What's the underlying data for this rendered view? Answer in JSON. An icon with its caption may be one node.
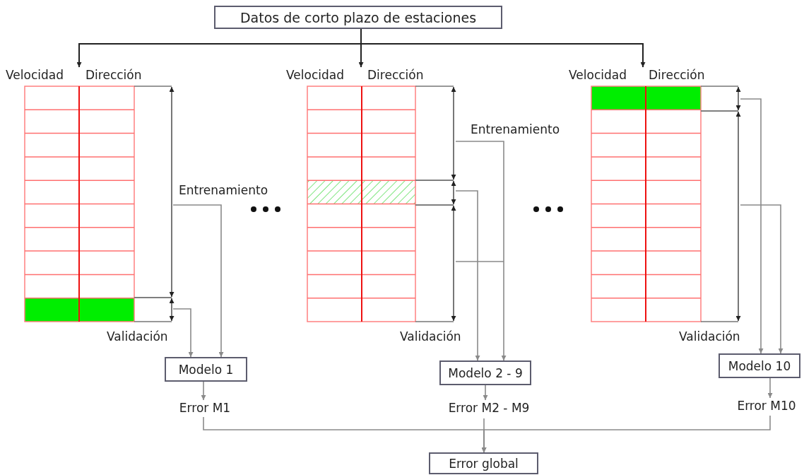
{
  "diagram": {
    "nodes": [
      {
        "text": [
          "Datos de corto plazo de estaciones"
        ]
      },
      {
        "text": [
          "Velocidad",
          "Dirección"
        ]
      },
      {
        "text": [
          "Velocidad",
          "Dirección"
        ]
      },
      {
        "text": [
          "Velocidad",
          "Dirección"
        ]
      },
      {
        "text": [
          "Modelo 1"
        ]
      },
      {
        "text": [
          "Modelo 2 - 9"
        ]
      },
      {
        "text": [
          "Modelo 10"
        ]
      },
      {
        "text": [
          "Error M1"
        ]
      },
      {
        "text": [
          "Error M2 - M9"
        ]
      },
      {
        "text": [
          "Error M10"
        ]
      },
      {
        "text": [
          "Error global"
        ]
      }
    ],
    "edges": [
      {
        "from": 0,
        "to": 1,
        "arrow": "to",
        "color": "#222222"
      },
      {
        "from": 0,
        "to": 2,
        "arrow": "to",
        "color": "#222222"
      },
      {
        "from": 0,
        "to": 3,
        "arrow": "to",
        "color": "#222222"
      },
      {
        "from": 1,
        "to": 4,
        "arrow": "to",
        "label": "Entrenamiento"
      },
      {
        "from": 1,
        "to": 4,
        "arrow": "to",
        "label": "Validación"
      },
      {
        "from": 2,
        "to": 5,
        "arrow": "to",
        "label": "Entrenamiento"
      },
      {
        "from": 2,
        "to": 5,
        "arrow": "to",
        "label": "Validación"
      },
      {
        "from": 3,
        "to": 6,
        "arrow": "to"
      },
      {
        "from": 3,
        "to": 6,
        "arrow": "to",
        "label": "Validación"
      },
      {
        "from": 4,
        "to": 7,
        "arrow": "to"
      },
      {
        "from": 5,
        "to": 8,
        "arrow": "to"
      },
      {
        "from": 6,
        "to": 9,
        "arrow": "to"
      },
      {
        "from": 7,
        "to": 10,
        "arrow": "to"
      },
      {
        "from": 8,
        "to": 10,
        "arrow": "to"
      },
      {
        "from": 9,
        "to": 10,
        "arrow": "to"
      }
    ]
  }
}
